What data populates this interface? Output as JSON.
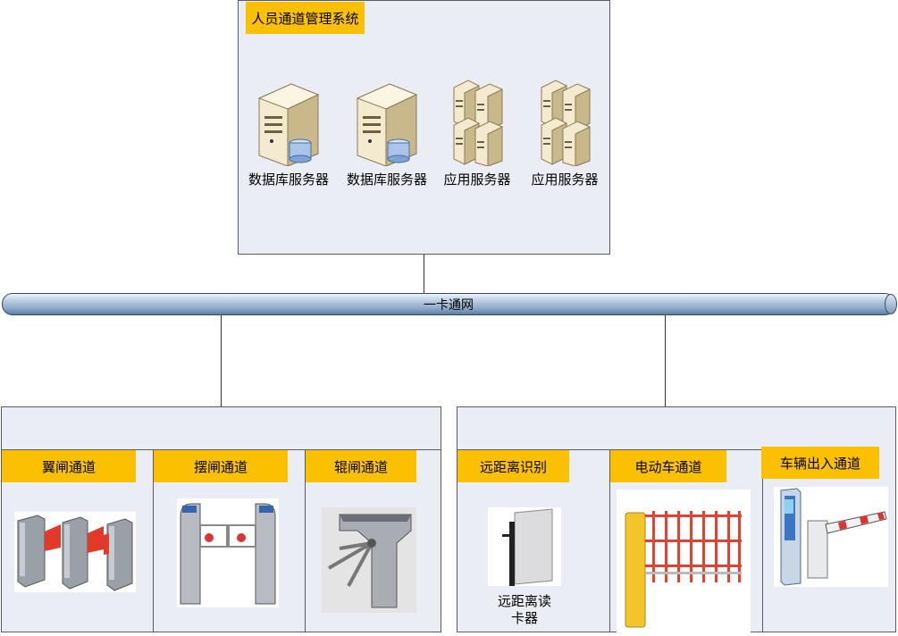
{
  "system": {
    "title": "人员通道管理系统",
    "servers": [
      {
        "label": "数据库服务器",
        "icon": "database-server-icon"
      },
      {
        "label": "数据库服务器",
        "icon": "database-server-icon"
      },
      {
        "label": "应用服务器",
        "icon": "application-server-icon"
      },
      {
        "label": "应用服务器",
        "icon": "application-server-icon"
      }
    ]
  },
  "network": {
    "label": "一卡通网"
  },
  "left_group": {
    "channels": [
      {
        "label": "翼闸通道",
        "icon": "flap-barrier-icon"
      },
      {
        "label": "摆闸通道",
        "icon": "swing-gate-icon"
      },
      {
        "label": "辊闸通道",
        "icon": "tripod-turnstile-icon"
      }
    ]
  },
  "right_group": {
    "channels": [
      {
        "label": "远距离识别",
        "icon": "long-range-reader-icon",
        "caption_line1": "远距离读",
        "caption_line2": "卡器"
      },
      {
        "label": "电动车通道",
        "icon": "fence-barrier-icon"
      },
      {
        "label": "车辆出入通道",
        "icon": "parking-barrier-icon"
      }
    ]
  },
  "colors": {
    "tag": "#fbc000",
    "panel": "#eaeef4",
    "pipe": "#8ea9c8"
  }
}
